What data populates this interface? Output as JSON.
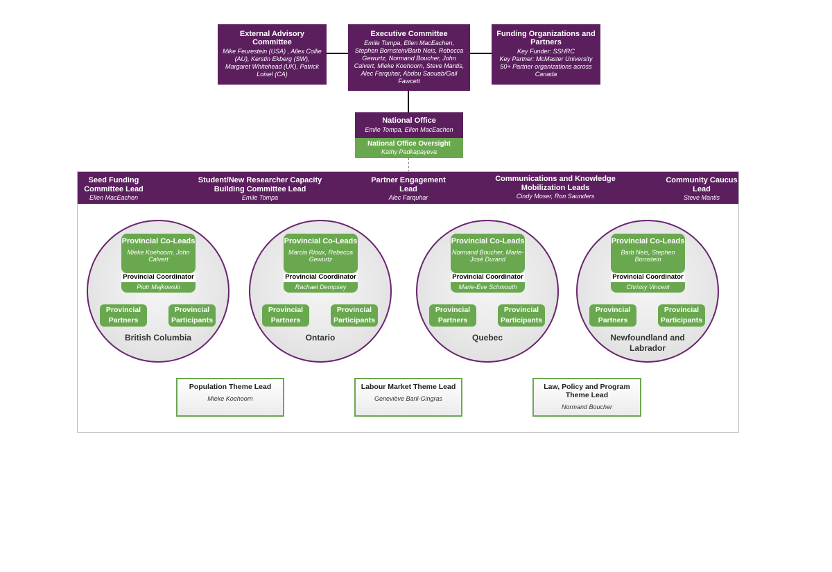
{
  "top": {
    "external": {
      "title": "External Advisory Committee",
      "members": "Mike Feurestein (USA) , Allex Collie  (AU), Kerstin Ekberg (SW), Margaret Whitehead (UK), Patrick Loisel (CA)"
    },
    "executive": {
      "title": "Executive Committee",
      "members": "Emile Tompa, Ellen MacEachen, Stephen Bornstein/Barb Neis, Rebecca Gewurtz, Normand Boucher, John Calvert, Mieke Koehoorn, Steve Mantis, Alec Farquhar, Abdou Saouab/Gail Fawcett"
    },
    "funding": {
      "title": "Funding Organizations and Partners",
      "line1": "Key Funder: SSHRC",
      "line2": "Key Partner: McMaster University",
      "line3": "50+ Partner organizations across Canada"
    }
  },
  "national_office": {
    "title": "National Office",
    "members": "Emile Tompa, Ellen MacEachen",
    "oversight_title": "National Office Oversight",
    "oversight_name": "Kathy Padkapayeva"
  },
  "leads": [
    {
      "title": "Seed Funding Committee Lead",
      "name": "Ellen MacEachen"
    },
    {
      "title": "Student/New Researcher Capacity Building Committee Lead",
      "name": "Emile Tompa"
    },
    {
      "title": "Partner Engagement Lead",
      "name": "Alec Farquhar"
    },
    {
      "title": "Communications and Knowledge Mobilization Leads",
      "name": "Cindy Moser, Ron Saunders"
    },
    {
      "title": "Community Caucus Lead",
      "name": "Steve Mantis"
    }
  ],
  "provinces": [
    {
      "co_leads_title": "Provincial Co-Leads",
      "co_leads": "Mieke Koehoorn, John Calvert",
      "coordinator_label": "Provincial Coordinator",
      "coordinator": "Piotr Majkowski",
      "partners": "Provincial Partners",
      "participants": "Provincial Participants",
      "region": "British Columbia"
    },
    {
      "co_leads_title": "Provincial Co-Leads",
      "co_leads": "Marcia Rioux, Rebecca Gewurtz",
      "coordinator_label": "Provincial Coordinator",
      "coordinator": "Rachael Dempsey",
      "partners": "Provincial Partners",
      "participants": "Provincial Participants",
      "region": "Ontario"
    },
    {
      "co_leads_title": "Provincial Co-Leads",
      "co_leads": "Normand Boucher, Marie-José Durand",
      "coordinator_label": "Provincial Coordinator",
      "coordinator": "Marie-Ève Schmouth",
      "partners": "Provincial Partners",
      "participants": "Provincial Participants",
      "region": "Quebec"
    },
    {
      "co_leads_title": "Provincial Co-Leads",
      "co_leads": "Barb Neis, Stephen Bornstein",
      "coordinator_label": "Provincial Coordinator",
      "coordinator": "Chrissy Vincent",
      "partners": "Provincial Partners",
      "participants": "Provincial Participants",
      "region": "Newfoundland and Labrador"
    }
  ],
  "themes": [
    {
      "title": "Population Theme Lead",
      "name": "Mieke Koehoorn"
    },
    {
      "title": "Labour Market Theme Lead",
      "name": "Geneviève Baril-Gingras"
    },
    {
      "title": "Law, Policy and Program Theme Lead",
      "name": "Normand Boucher"
    }
  ],
  "colors": {
    "purple": "#5c1f5e",
    "green": "#6aa84f",
    "circle_border": "#6b2670"
  }
}
